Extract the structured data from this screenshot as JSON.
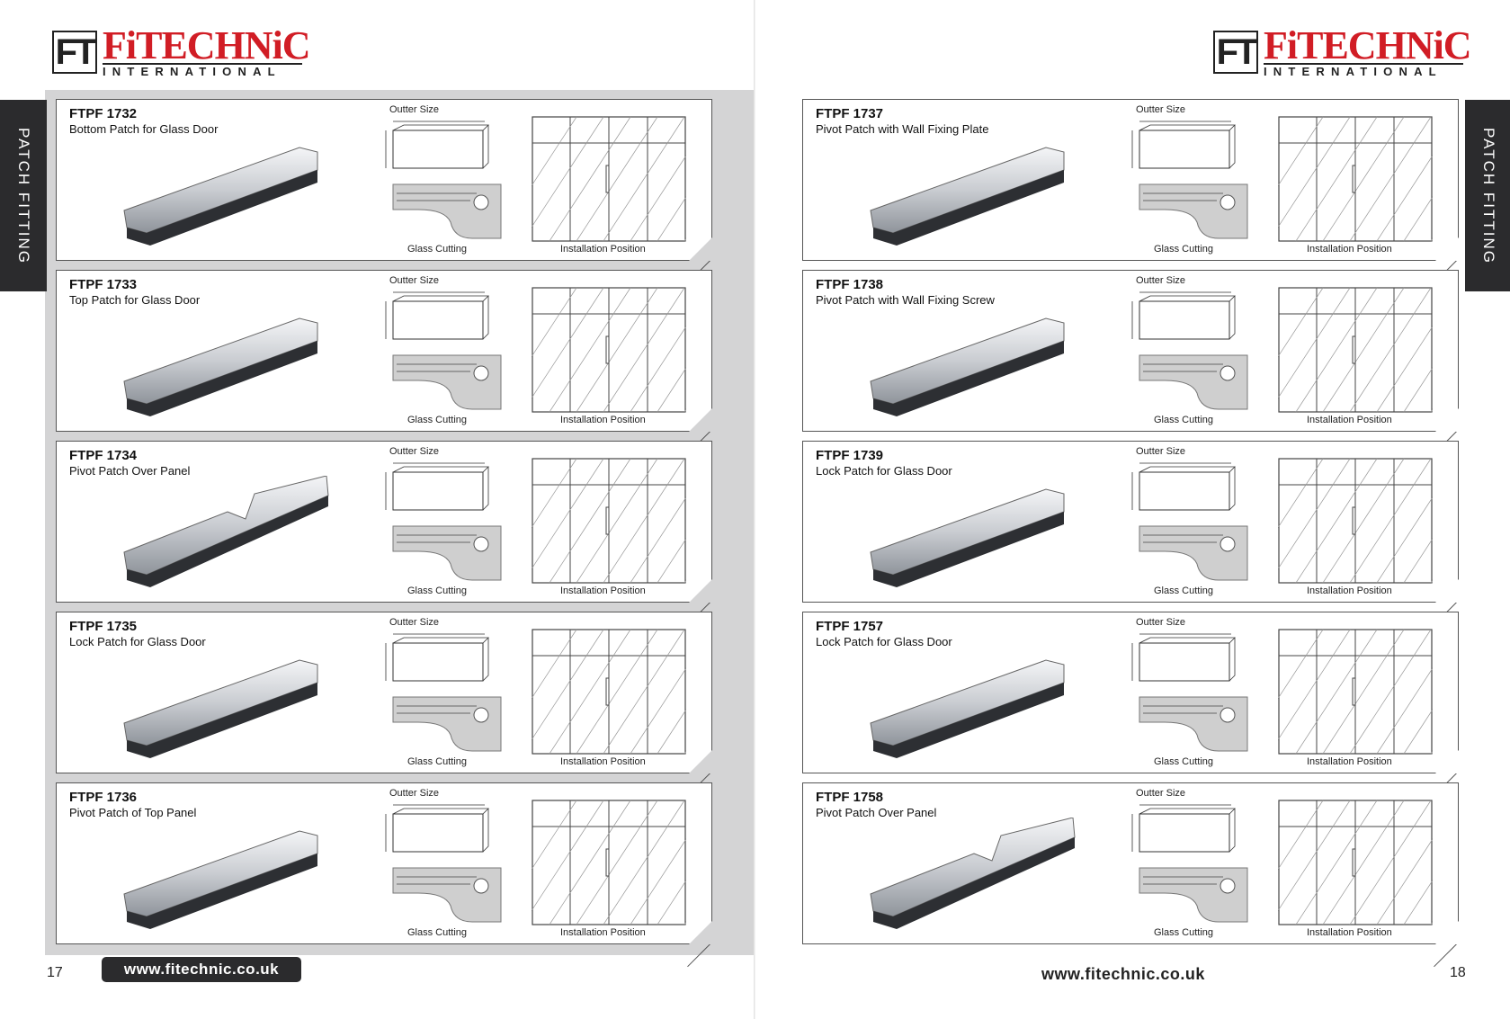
{
  "brand": {
    "mark": "FT",
    "name": "FiTECHNiC",
    "sub": "INTERNATIONAL"
  },
  "section_tab": "PATCH FITTING",
  "labels": {
    "outter_size": "Outter Size",
    "glass_cutting": "Glass Cutting",
    "installation_position": "Installation Position"
  },
  "left_products": [
    {
      "code": "FTPF 1732",
      "desc": "Bottom Patch for Glass Door"
    },
    {
      "code": "FTPF 1733",
      "desc": "Top Patch for Glass Door"
    },
    {
      "code": "FTPF 1734",
      "desc": "Pivot Patch Over Panel"
    },
    {
      "code": "FTPF 1735",
      "desc": "Lock Patch for Glass Door"
    },
    {
      "code": "FTPF 1736",
      "desc": "Pivot Patch of Top Panel"
    }
  ],
  "right_products": [
    {
      "code": "FTPF 1737",
      "desc": "Pivot Patch with Wall Fixing Plate"
    },
    {
      "code": "FTPF 1738",
      "desc": "Pivot Patch with Wall Fixing Screw"
    },
    {
      "code": "FTPF 1739",
      "desc": "Lock Patch for Glass Door"
    },
    {
      "code": "FTPF 1757",
      "desc": "Lock Patch for Glass Door"
    },
    {
      "code": "FTPF 1758",
      "desc": "Pivot Patch Over Panel"
    }
  ],
  "footer": {
    "left_page": "17",
    "right_page": "18",
    "website": "www.fitechnic.co.uk"
  },
  "colors": {
    "brand_red": "#d11d25",
    "dark": "#2b2b2d",
    "band": "#d4d4d5"
  }
}
